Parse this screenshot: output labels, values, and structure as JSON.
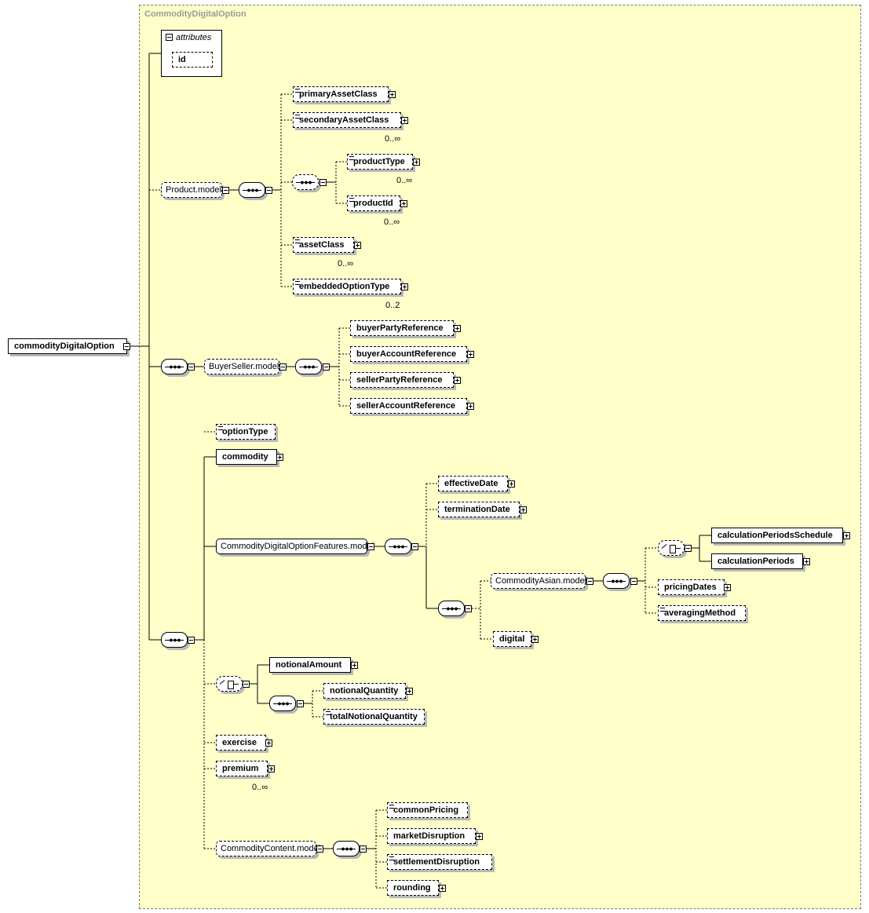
{
  "type_name": "CommodityDigitalOption",
  "root": "commodityDigitalOption",
  "attributes": {
    "title": "attributes",
    "items": [
      "id"
    ]
  },
  "product_model": {
    "label": "Product.model",
    "primaryAssetClass": "primaryAssetClass",
    "secondaryAssetClass": "secondaryAssetClass",
    "secondaryAssetClass_occ": "0..∞",
    "productType": "productType",
    "productType_occ": "0..∞",
    "productId": "productId",
    "productId_occ": "0..∞",
    "assetClass": "assetClass",
    "assetClass_occ": "0..∞",
    "embeddedOptionType": "embeddedOptionType",
    "embeddedOptionType_occ": "0..2"
  },
  "buyer_seller_model": {
    "label": "BuyerSeller.model",
    "items": [
      "buyerPartyReference",
      "buyerAccountReference",
      "sellerPartyReference",
      "sellerAccountReference"
    ]
  },
  "main": {
    "optionType": "optionType",
    "commodity": "commodity",
    "features_model": "CommodityDigitalOptionFeatures.model",
    "effectiveDate": "effectiveDate",
    "terminationDate": "terminationDate",
    "asian_model": "CommodityAsian.model",
    "calculationPeriodsSchedule": "calculationPeriodsSchedule",
    "calculationPeriods": "calculationPeriods",
    "pricingDates": "pricingDates",
    "averagingMethod": "averagingMethod",
    "digital": "digital",
    "notionalAmount": "notionalAmount",
    "notionalQuantity": "notionalQuantity",
    "totalNotionalQuantity": "totalNotionalQuantity",
    "exercise": "exercise",
    "premium": "premium",
    "premium_occ": "0..∞",
    "content_model": "CommodityContent.model",
    "commonPricing": "commonPricing",
    "marketDisruption": "marketDisruption",
    "settlementDisruption": "settlementDisruption",
    "rounding": "rounding"
  }
}
